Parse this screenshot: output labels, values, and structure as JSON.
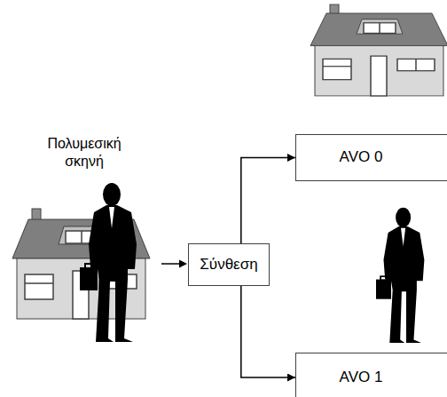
{
  "diagram": {
    "nodes": [
      {
        "text": [
          "Σύνθεση"
        ]
      },
      {
        "text": [
          "AVO 0"
        ]
      },
      {
        "text": [
          "AVO 1"
        ]
      }
    ],
    "edges": [
      {
        "from": 0,
        "to": 1,
        "arrow": "to"
      },
      {
        "from": 0,
        "to": 2,
        "arrow": "to"
      }
    ],
    "labels": [
      "Πολυμεσική σκηνή"
    ]
  }
}
